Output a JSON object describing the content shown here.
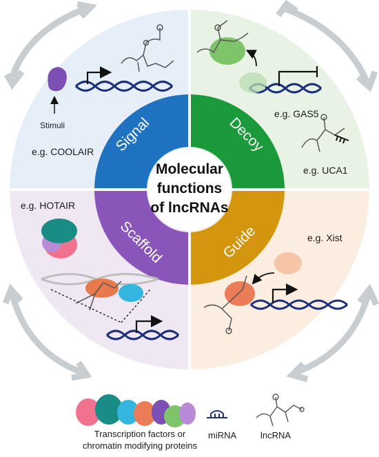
{
  "center": {
    "line1": "Molecular",
    "line2": "functions",
    "line3": "of lncRNAs"
  },
  "segments": {
    "signal": "Signal",
    "decoy": "Decoy",
    "scaffold": "Scaffold",
    "guide": "Guide"
  },
  "labels": {
    "stimuli": "Stimuli",
    "coolair": "e.g. COOLAIR",
    "gas5": "e.g. GAS5",
    "uca1": "e.g. UCA1",
    "hotair": "e.g. HOTAIR",
    "xist": "e.g. Xist"
  },
  "legend": {
    "proteins_line1": "Transcription factors or",
    "proteins_line2": "chromatin modifying proteins",
    "mirna": "miRNA",
    "lncrna": "lncRNA"
  },
  "colors": {
    "signal": "#1f72c0",
    "decoy": "#1a9a3a",
    "scaffold": "#8a55b8",
    "guide": "#d4960e",
    "quad_top_left": "#e6eef8",
    "quad_top_right": "#e8f2e5",
    "quad_bottom_left": "#efe8f2",
    "quad_bottom_right": "#fbeee0",
    "arrows": "#c8cdd1",
    "dna": "#1b2f7a"
  }
}
